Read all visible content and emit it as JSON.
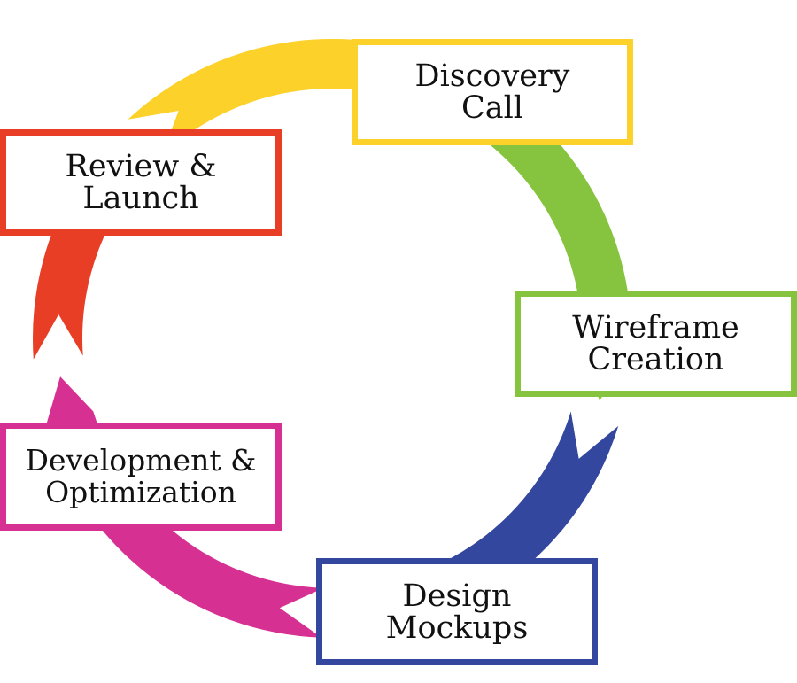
{
  "diagram": {
    "type": "cycle",
    "direction": "clockwise",
    "steps": [
      {
        "id": "discovery",
        "lines": [
          "Discovery",
          "Call"
        ],
        "color": "#FCD12A"
      },
      {
        "id": "wireframe",
        "lines": [
          "Wireframe",
          "Creation"
        ],
        "color": "#86C440"
      },
      {
        "id": "design",
        "lines": [
          "Design",
          "Mockups"
        ],
        "color": "#33479E"
      },
      {
        "id": "development",
        "lines": [
          "Development &",
          "Optimization"
        ],
        "color": "#D63093"
      },
      {
        "id": "review",
        "lines": [
          "Review &",
          "Launch"
        ],
        "color": "#E83E26"
      }
    ]
  }
}
